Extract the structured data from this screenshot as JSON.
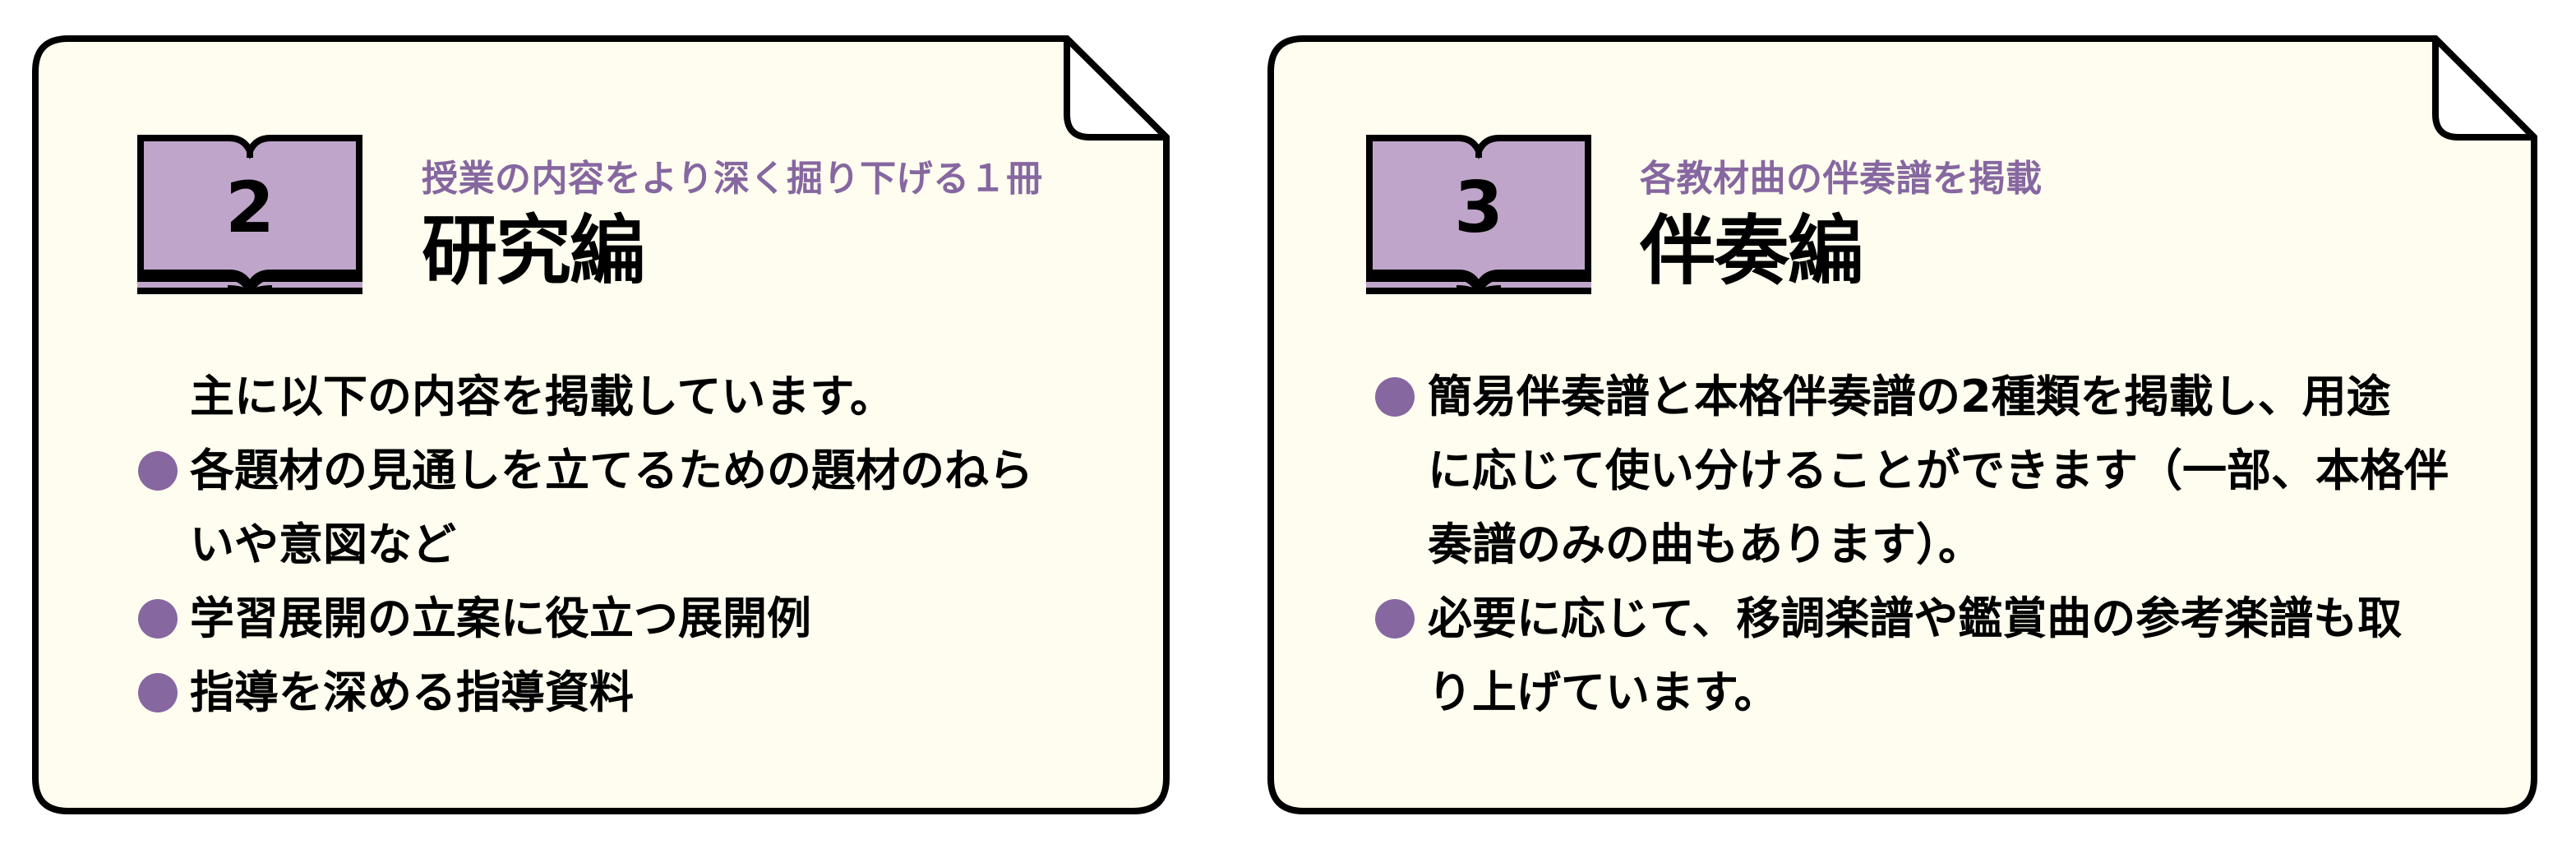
{
  "colors": {
    "card_background": "#fefdef",
    "card_border": "#000000",
    "accent_purple": "#8667a0",
    "book_fill": "#bfa5c9",
    "fold_fill": "#ffffff"
  },
  "cards": [
    {
      "number": "2",
      "subtitle": "授業の内容をより深く掘り下げる１冊",
      "title": "研究編",
      "intro": "主に以下の内容を掲載しています。",
      "lines": [
        {
          "bullet": false,
          "text": "主に以下の内容を掲載しています。"
        },
        {
          "bullet": true,
          "text": "各題材の見通しを立てるための題材のねら"
        },
        {
          "bullet": false,
          "text": "いや意図など"
        },
        {
          "bullet": true,
          "text": "学習展開の立案に役立つ展開例"
        },
        {
          "bullet": true,
          "text": "指導を深める指導資料"
        }
      ],
      "items": [
        "各題材の見通しを立てるための題材のねらいや意図など",
        "学習展開の立案に役立つ展開例",
        "指導を深める指導資料"
      ]
    },
    {
      "number": "3",
      "subtitle": "各教材曲の伴奏譜を掲載",
      "title": "伴奏編",
      "lines": [
        {
          "bullet": true,
          "text": "簡易伴奏譜と本格伴奏譜の2種類を掲載し、用途"
        },
        {
          "bullet": false,
          "text": "に応じて使い分けることができます（一部、本格伴"
        },
        {
          "bullet": false,
          "text": "奏譜のみの曲もあります）。"
        },
        {
          "bullet": true,
          "text": "必要に応じて、移調楽譜や鑑賞曲の参考楽譜も取"
        },
        {
          "bullet": false,
          "text": "り上げています。"
        }
      ],
      "items": [
        "簡易伴奏譜と本格伴奏譜の2種類を掲載し、用途に応じて使い分けることができます（一部、本格伴奏譜のみの曲もあります）。",
        "必要に応じて、移調楽譜や鑑賞曲の参考楽譜も取り上げています。"
      ]
    }
  ]
}
